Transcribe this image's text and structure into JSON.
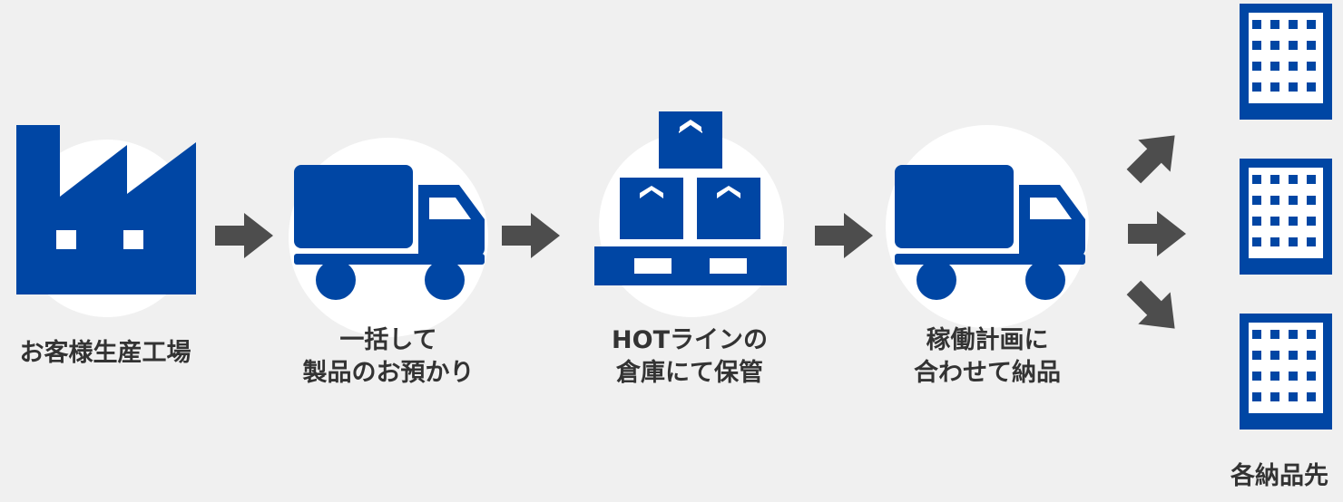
{
  "colors": {
    "icon_blue": "#0046a4",
    "arrow_gray": "#4d4d4d",
    "circle_bg": "#ffffff",
    "page_bg": "#f0f0f0",
    "label_text": "#333333"
  },
  "steps": [
    {
      "icon": "factory-icon",
      "lines": [
        "お客様生産工場"
      ]
    },
    {
      "icon": "truck-icon",
      "lines": [
        "一括して",
        "製品のお預かり"
      ]
    },
    {
      "icon": "boxes-on-pallet-icon",
      "lines": [
        "HOTラインの",
        "倉庫にて保管"
      ]
    },
    {
      "icon": "truck-icon",
      "lines": [
        "稼働計画に",
        "合わせて納品"
      ]
    }
  ],
  "destination": {
    "icon": "building-icon",
    "count": 3,
    "label": "各納品先"
  }
}
